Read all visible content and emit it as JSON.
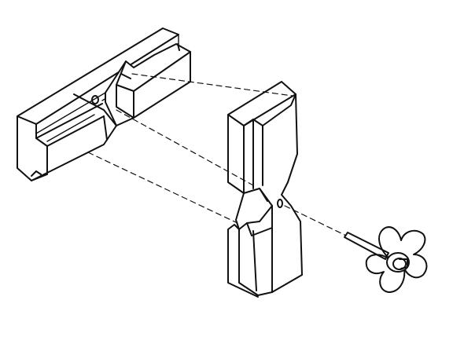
{
  "diagram": {
    "ink_color": "#111111",
    "background": "#ffffff",
    "parts": [
      "left-beam",
      "upright-post",
      "peg",
      "flower-knob"
    ]
  }
}
